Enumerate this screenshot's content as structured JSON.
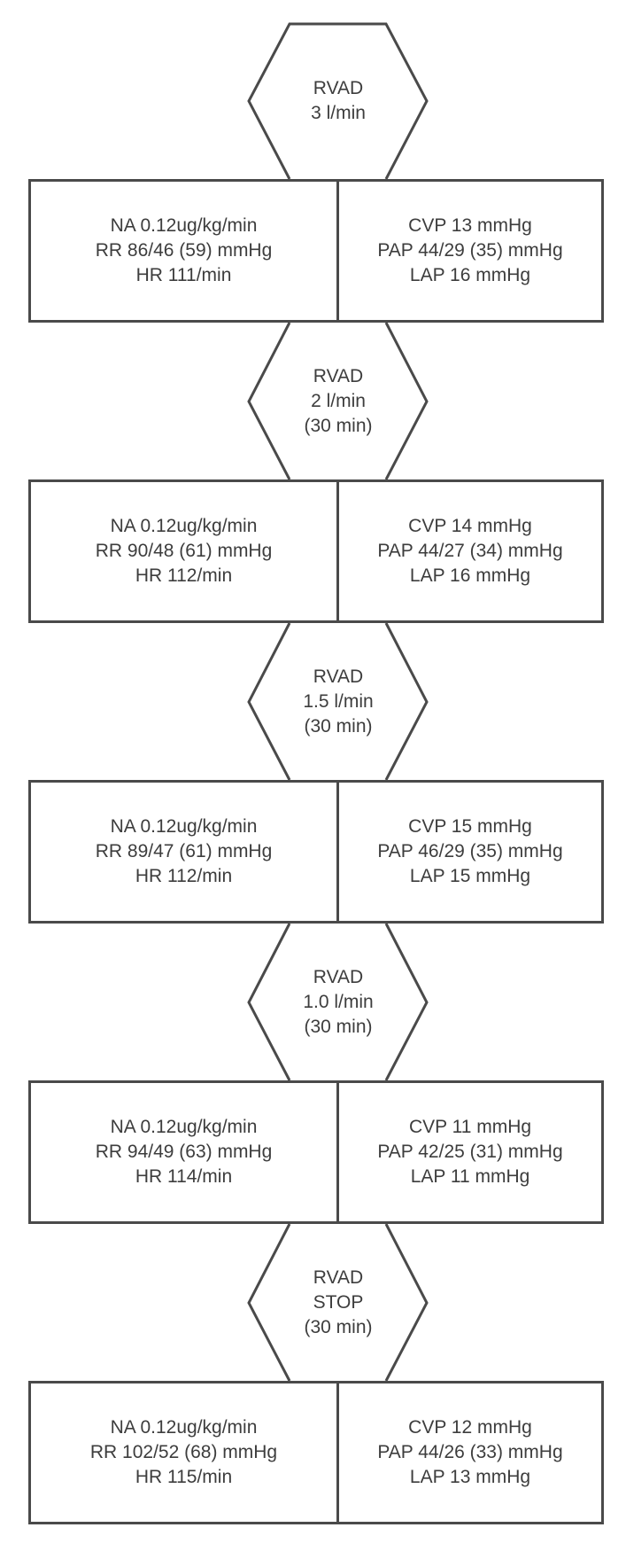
{
  "colors": {
    "line": "#4a4a4a",
    "text": "#3d3d3d",
    "background": "#ffffff"
  },
  "stages": [
    {
      "hex": [
        "RVAD",
        "3 l/min"
      ],
      "left": [
        "NA 0.12ug/kg/min",
        "RR 86/46 (59) mmHg",
        "HR 111/min"
      ],
      "right": [
        "CVP 13 mmHg",
        "PAP 44/29 (35) mmHg",
        "LAP 16 mmHg"
      ]
    },
    {
      "hex": [
        "RVAD",
        "2 l/min",
        "(30 min)"
      ],
      "left": [
        "NA 0.12ug/kg/min",
        "RR 90/48 (61) mmHg",
        "HR 112/min"
      ],
      "right": [
        "CVP 14 mmHg",
        "PAP 44/27 (34) mmHg",
        "LAP 16 mmHg"
      ]
    },
    {
      "hex": [
        "RVAD",
        "1.5 l/min",
        "(30 min)"
      ],
      "left": [
        "NA 0.12ug/kg/min",
        "RR 89/47 (61) mmHg",
        "HR 112/min"
      ],
      "right": [
        "CVP 15 mmHg",
        "PAP 46/29 (35) mmHg",
        "LAP 15 mmHg"
      ]
    },
    {
      "hex": [
        "RVAD",
        "1.0 l/min",
        "(30 min)"
      ],
      "left": [
        "NA 0.12ug/kg/min",
        "RR 94/49 (63) mmHg",
        "HR 114/min"
      ],
      "right": [
        "CVP 11 mmHg",
        "PAP 42/25 (31) mmHg",
        "LAP 11 mmHg"
      ]
    },
    {
      "hex": [
        "RVAD",
        "STOP",
        "(30 min)"
      ],
      "left": [
        "NA 0.12ug/kg/min",
        "RR 102/52 (68) mmHg",
        "HR 115/min"
      ],
      "right": [
        "CVP 12 mmHg",
        "PAP 44/26 (33) mmHg",
        "LAP 13 mmHg"
      ]
    }
  ]
}
